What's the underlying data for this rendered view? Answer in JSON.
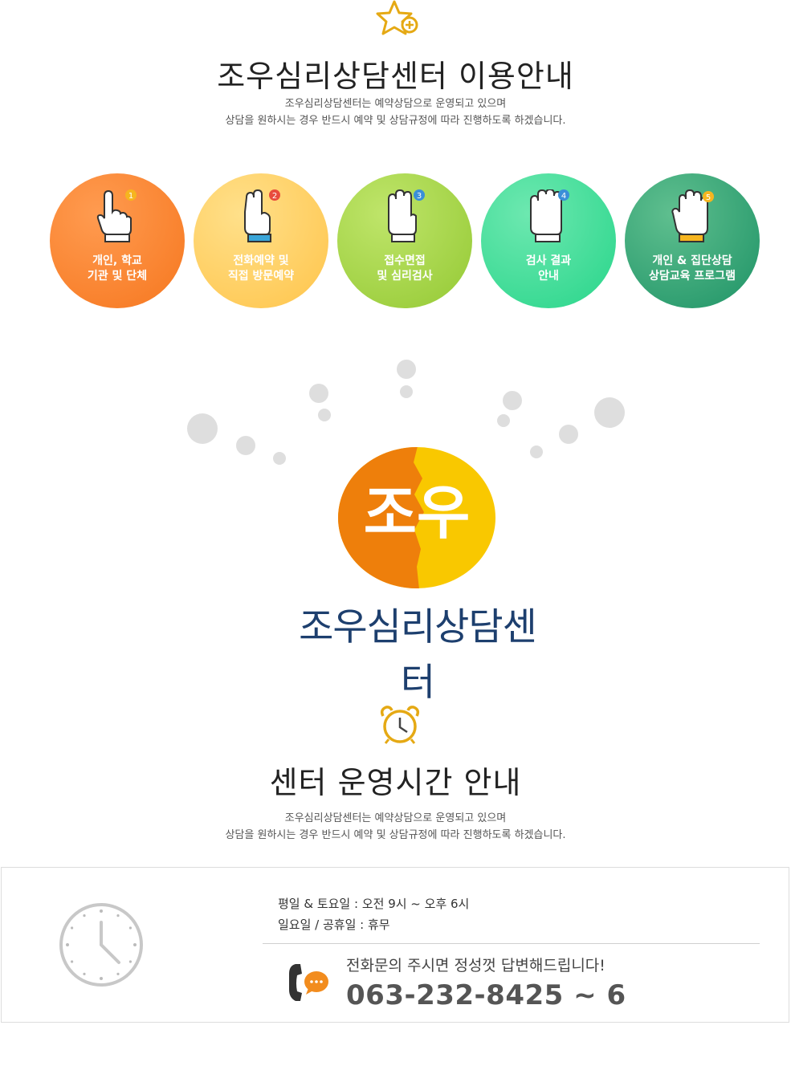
{
  "guide": {
    "title": "조우심리상담센터 이용안내",
    "desc_line1": "조우심리상담센터는 예약상담으로 운영되고 있으며",
    "desc_line2": "상담을 원하시는 경우 반드시 예약 및 상담규정에 따라 진행하도록 하겠습니다."
  },
  "steps": [
    {
      "num": "1",
      "line1": "개인, 학교",
      "line2": "기관 및 단체",
      "color": "#f77d27"
    },
    {
      "num": "2",
      "line1": "전화예약 및",
      "line2": "직접 방문예약",
      "color": "#ffc653"
    },
    {
      "num": "3",
      "line1": "접수면접",
      "line2": "및 심리검사",
      "color": "#9acc33"
    },
    {
      "num": "4",
      "line1": "검사 결과",
      "line2": "안내",
      "color": "#2fd98e"
    },
    {
      "num": "5",
      "line1": "개인 & 집단상담",
      "line2": "상담교육 프로그램",
      "color": "#21976a"
    }
  ],
  "logo": {
    "mark": "조우",
    "name": "조우심리상담센터"
  },
  "hours": {
    "title": "센터 운영시간 안내",
    "desc_line1": "조우심리상담센터는 예약상담으로 운영되고 있으며",
    "desc_line2": "상담을 원하시는 경우 반드시 예약 및 상담규정에 따라 진행하도록 하겠습니다.",
    "weekday": "평일 & 토요일 : 오전 9시 ~ 오후 6시",
    "holiday": "일요일 / 공휴일 : 휴무",
    "call_message": "전화문의 주시면 정성껏 답변해드립니다!",
    "phone": "063-232-8425 ~ 6"
  },
  "icons": [
    "star-plus-icon",
    "pointing-hand-icon",
    "logo-face-icon",
    "alarm-clock-icon",
    "wall-clock-icon",
    "phone-chat-icon"
  ],
  "colors": {
    "accent_orange": "#f08a1c",
    "accent_yellow": "#f7c600",
    "logo_navy": "#1d3f6e",
    "icon_gold": "#e5a914"
  }
}
